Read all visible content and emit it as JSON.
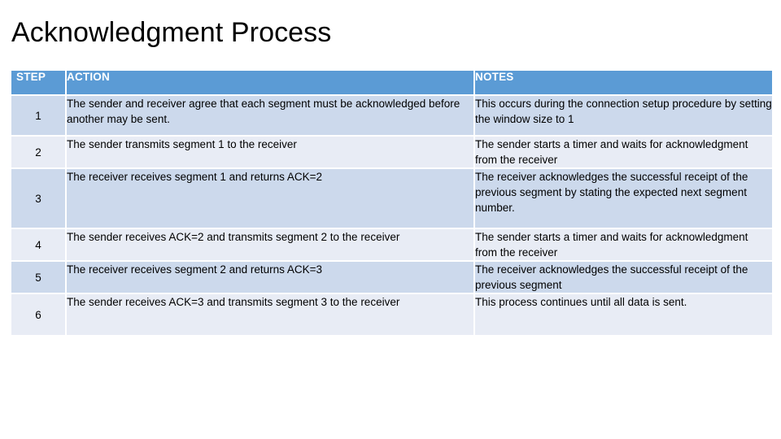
{
  "slide": {
    "title": "Acknowledgment Process",
    "background_color": "#ffffff"
  },
  "colors": {
    "header_fill": "#5b9bd5",
    "header_text": "#ffffff",
    "band_dark": "#ccd9ec",
    "band_light": "#e8ecf5",
    "body_text": "#000000"
  },
  "table": {
    "columns": [
      {
        "key": "step",
        "label": "STEP"
      },
      {
        "key": "action",
        "label": "ACTION"
      },
      {
        "key": "notes",
        "label": "NOTES"
      }
    ],
    "rows": [
      {
        "step": "1",
        "action": "The sender and receiver agree that each segment must be acknowledged before another may be sent.",
        "notes": "This occurs during the connection setup procedure by setting the window size to 1",
        "band": "dark"
      },
      {
        "step": "2",
        "action": "The sender transmits segment 1 to the receiver",
        "notes": "The sender starts a timer and waits for acknowledgment from the receiver",
        "band": "light"
      },
      {
        "step": "3",
        "action": "The receiver receives segment 1 and returns ACK=2",
        "notes": "The receiver acknowledges the successful receipt of the previous segment by stating the expected next segment number.",
        "band": "dark"
      },
      {
        "step": "4",
        "action": "The sender receives ACK=2 and transmits segment 2 to the receiver",
        "notes": "The sender starts a timer and waits for acknowledgment from the receiver",
        "band": "light"
      },
      {
        "step": "5",
        "action": "The receiver receives segment 2 and returns ACK=3",
        "notes": "The receiver acknowledges the successful receipt of the previous segment",
        "band": "dark"
      },
      {
        "step": "6",
        "action": "The sender receives ACK=3 and transmits segment 3 to the receiver",
        "notes": "This process continues until all data is sent.",
        "band": "light"
      }
    ]
  }
}
